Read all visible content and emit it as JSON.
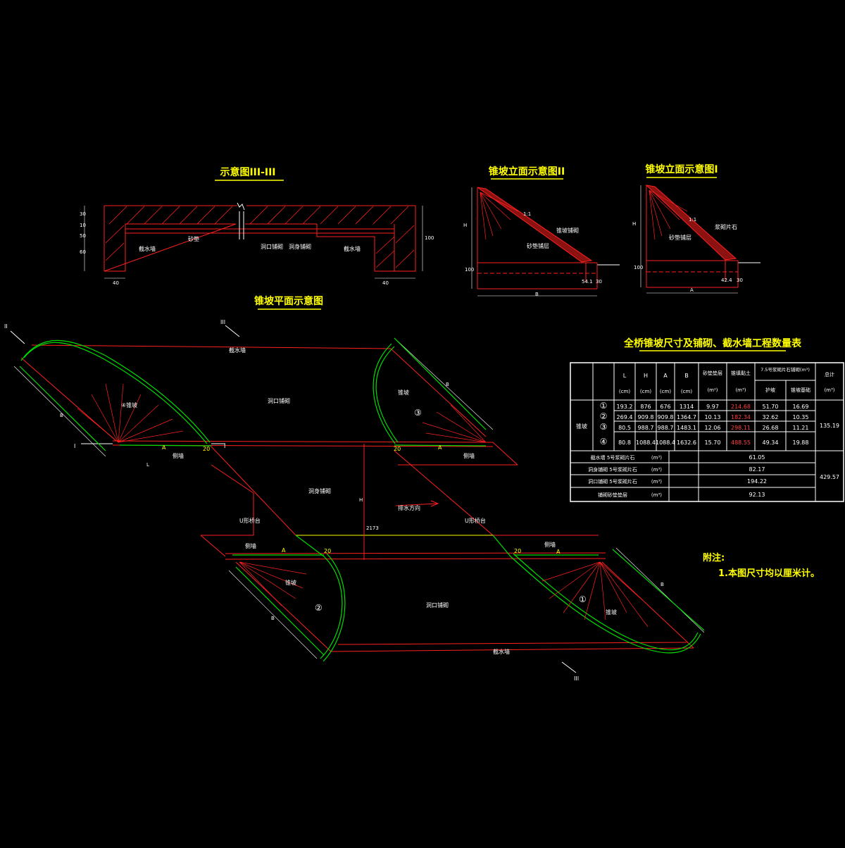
{
  "section": {
    "title": "示意图III-III",
    "labels": {
      "cutoff_left": "截水墙",
      "sand": "砂垫",
      "entrance": "洞口铺砌",
      "body": "洞身铺砌",
      "cutoff_right": "截水墙"
    },
    "dims": {
      "h1": "30",
      "h2": "10",
      "h3": "50",
      "h4": "60",
      "right": "100",
      "b_left": "40",
      "b_right": "40"
    }
  },
  "elev2": {
    "title": "锥坡立面示意图II",
    "H": "H",
    "B": "B",
    "h100": "100",
    "d1": "54.1",
    "d2": "30",
    "slope": "1:1",
    "l1": "锥坡铺砌",
    "l2": "砂垫铺层"
  },
  "elev1": {
    "title": "锥坡立面示意图I",
    "H": "H",
    "A": "A",
    "h100": "100",
    "d1": "42.4",
    "d2": "30",
    "slope": "1:1",
    "l1": "浆砌片石",
    "l2": "砂垫铺层"
  },
  "plan": {
    "title": "锥坡平面示意图",
    "labels": {
      "cutoff_top": "截水墙",
      "cutoff_bottom": "截水墙",
      "entrance_top": "洞口铺砌",
      "entrance_bottom": "洞口铺砌",
      "body": "洞身铺砌",
      "flow": "排水方向",
      "abut_left": "U形桥台",
      "abut_right": "U形桥台",
      "wing": "侧墙",
      "cone": "锥坡",
      "cone4": "④锥坡",
      "c1": "①",
      "c2": "②",
      "c3": "③",
      "sec1": "I",
      "sec2": "II",
      "sec3": "III",
      "span": "2173",
      "w20": "20",
      "dimA": "A",
      "dimB": "B",
      "dimL": "L",
      "dimH": "H"
    }
  },
  "table": {
    "title": "全桥锥坡尺寸及铺砌、截水墙工程数量表",
    "headers": {
      "L": "L",
      "H": "H",
      "A": "A",
      "B": "B",
      "unit": "(cm)",
      "sand": "砂垫垫层",
      "fill": "锥填黏土",
      "stone": "7.5号浆砌片石铺砌(m³)",
      "guard": "护坡",
      "base": "锥坡基础",
      "total": "总计",
      "m2": "(m²)",
      "m3": "(m³)",
      "m3b": "(m³)"
    },
    "group": "锥坡",
    "rows": [
      {
        "id": "①",
        "L": "193.2",
        "H": "876",
        "A": "676",
        "B": "1314",
        "sand": "9.97",
        "fill": "214.68",
        "guard": "51.70",
        "base": "16.69"
      },
      {
        "id": "②",
        "L": "269.4",
        "H": "909.8",
        "A": "909.8",
        "B": "1364.7",
        "sand": "10.13",
        "fill": "182.34",
        "guard": "32.62",
        "base": "10.35"
      },
      {
        "id": "③",
        "L": "80.5",
        "H": "988.7",
        "A": "988.7",
        "B": "1483.1",
        "sand": "12.06",
        "fill": "298.11",
        "guard": "26.68",
        "base": "11.21"
      },
      {
        "id": "④",
        "L": "80.8",
        "H": "1088.4",
        "A": "1088.4",
        "B": "1632.6",
        "sand": "15.70",
        "fill": "488.55",
        "guard": "49.34",
        "base": "19.88"
      }
    ],
    "cone_total": "135.19",
    "extra": [
      {
        "label": "截水墙   5号浆砌片石",
        "unit": "(m³)",
        "value": "61.05"
      },
      {
        "label": "洞身铺砌   5号浆砌片石",
        "unit": "(m³)",
        "value": "82.17"
      },
      {
        "label": "洞口铺砌   5号浆砌片石",
        "unit": "(m³)",
        "value": "194.22"
      },
      {
        "label": "铺砌砂垫垫层",
        "unit": "(m³)",
        "value": "92.13"
      }
    ],
    "grand_total": "429.57"
  },
  "notes": {
    "title": "附注:",
    "items": [
      "1.本图尺寸均以厘米计。"
    ]
  }
}
